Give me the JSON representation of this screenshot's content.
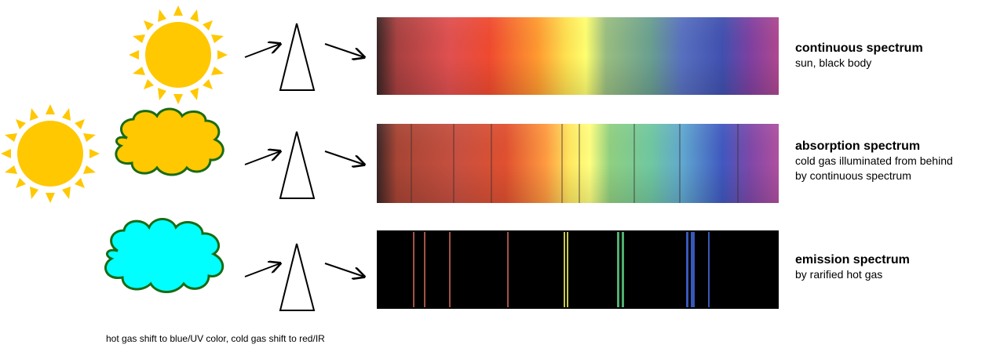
{
  "rows": [
    {
      "title": "continuous spectrum",
      "lines": [
        "sun, black body"
      ]
    },
    {
      "title": "absorption spectrum",
      "lines": [
        "cold gas illuminated from behind",
        "by continuous spectrum"
      ]
    },
    {
      "title": "emission spectrum",
      "lines": [
        "by rarified hot gas"
      ]
    }
  ],
  "footnote": "hot gas shift to blue/UV color, cold gas shift to red/IR",
  "colors": {
    "sun": "#FFC800",
    "sun_rays": "#FFC800",
    "cold_cloud_fill": "#FFC800",
    "cold_cloud_outline": "#1A6B14",
    "hot_cloud_fill": "#00FFFF",
    "hot_cloud_outline": "#1A6B14",
    "emission_background": "#000000"
  },
  "icons": [
    "sun-icon",
    "cloud-icon",
    "prism-icon",
    "arrow-icon"
  ]
}
